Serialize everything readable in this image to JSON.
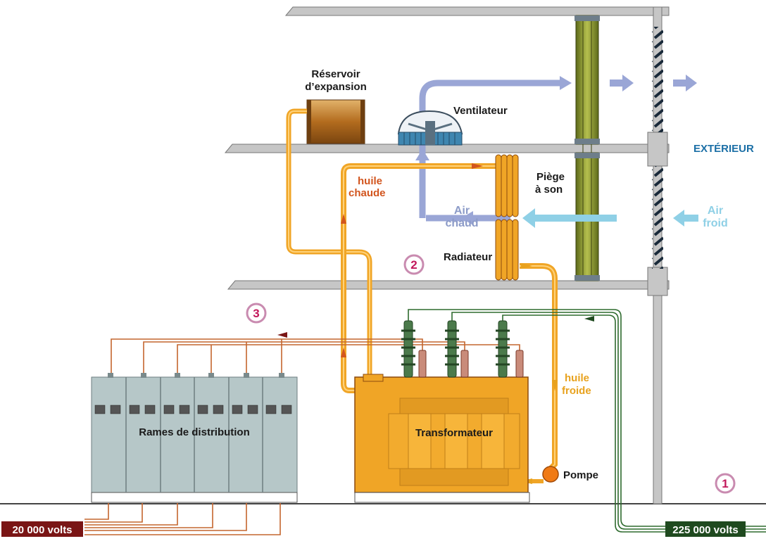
{
  "labels": {
    "reservoir_line1": "Réservoir",
    "reservoir_line2": "d’expansion",
    "ventilateur": "Ventilateur",
    "exterieur": "EXTÉRIEUR",
    "piege_line1": "Piège",
    "piege_line2": "à son",
    "huile_chaude_line1": "huile",
    "huile_chaude_line2": "chaude",
    "air_chaud_line1": "Air",
    "air_chaud_line2": "chaud",
    "air_froid_line1": "Air",
    "air_froid_line2": "froid",
    "radiateur": "Radiateur",
    "huile_froide_line1": "huile",
    "huile_froide_line2": "froide",
    "transformateur": "Transformateur",
    "pompe": "Pompe",
    "rames": "Rames de distribution",
    "volts_low": "20 000 volts",
    "volts_high": "225 000 volts"
  },
  "steps": [
    "1",
    "2",
    "3"
  ],
  "colors": {
    "hot_oil": "#d2551e",
    "cold_oil": "#e8a21e",
    "warm_air": "#9aa6d6",
    "cold_air": "#8fd0e6",
    "exterior_text": "#1b6fa6",
    "low_voltage_badge": "#7a1515",
    "high_voltage_badge": "#1f4a1f",
    "transformer_body": "#f0a526",
    "cabinet": "#b6c7c8",
    "step_number": "#c2185b"
  }
}
